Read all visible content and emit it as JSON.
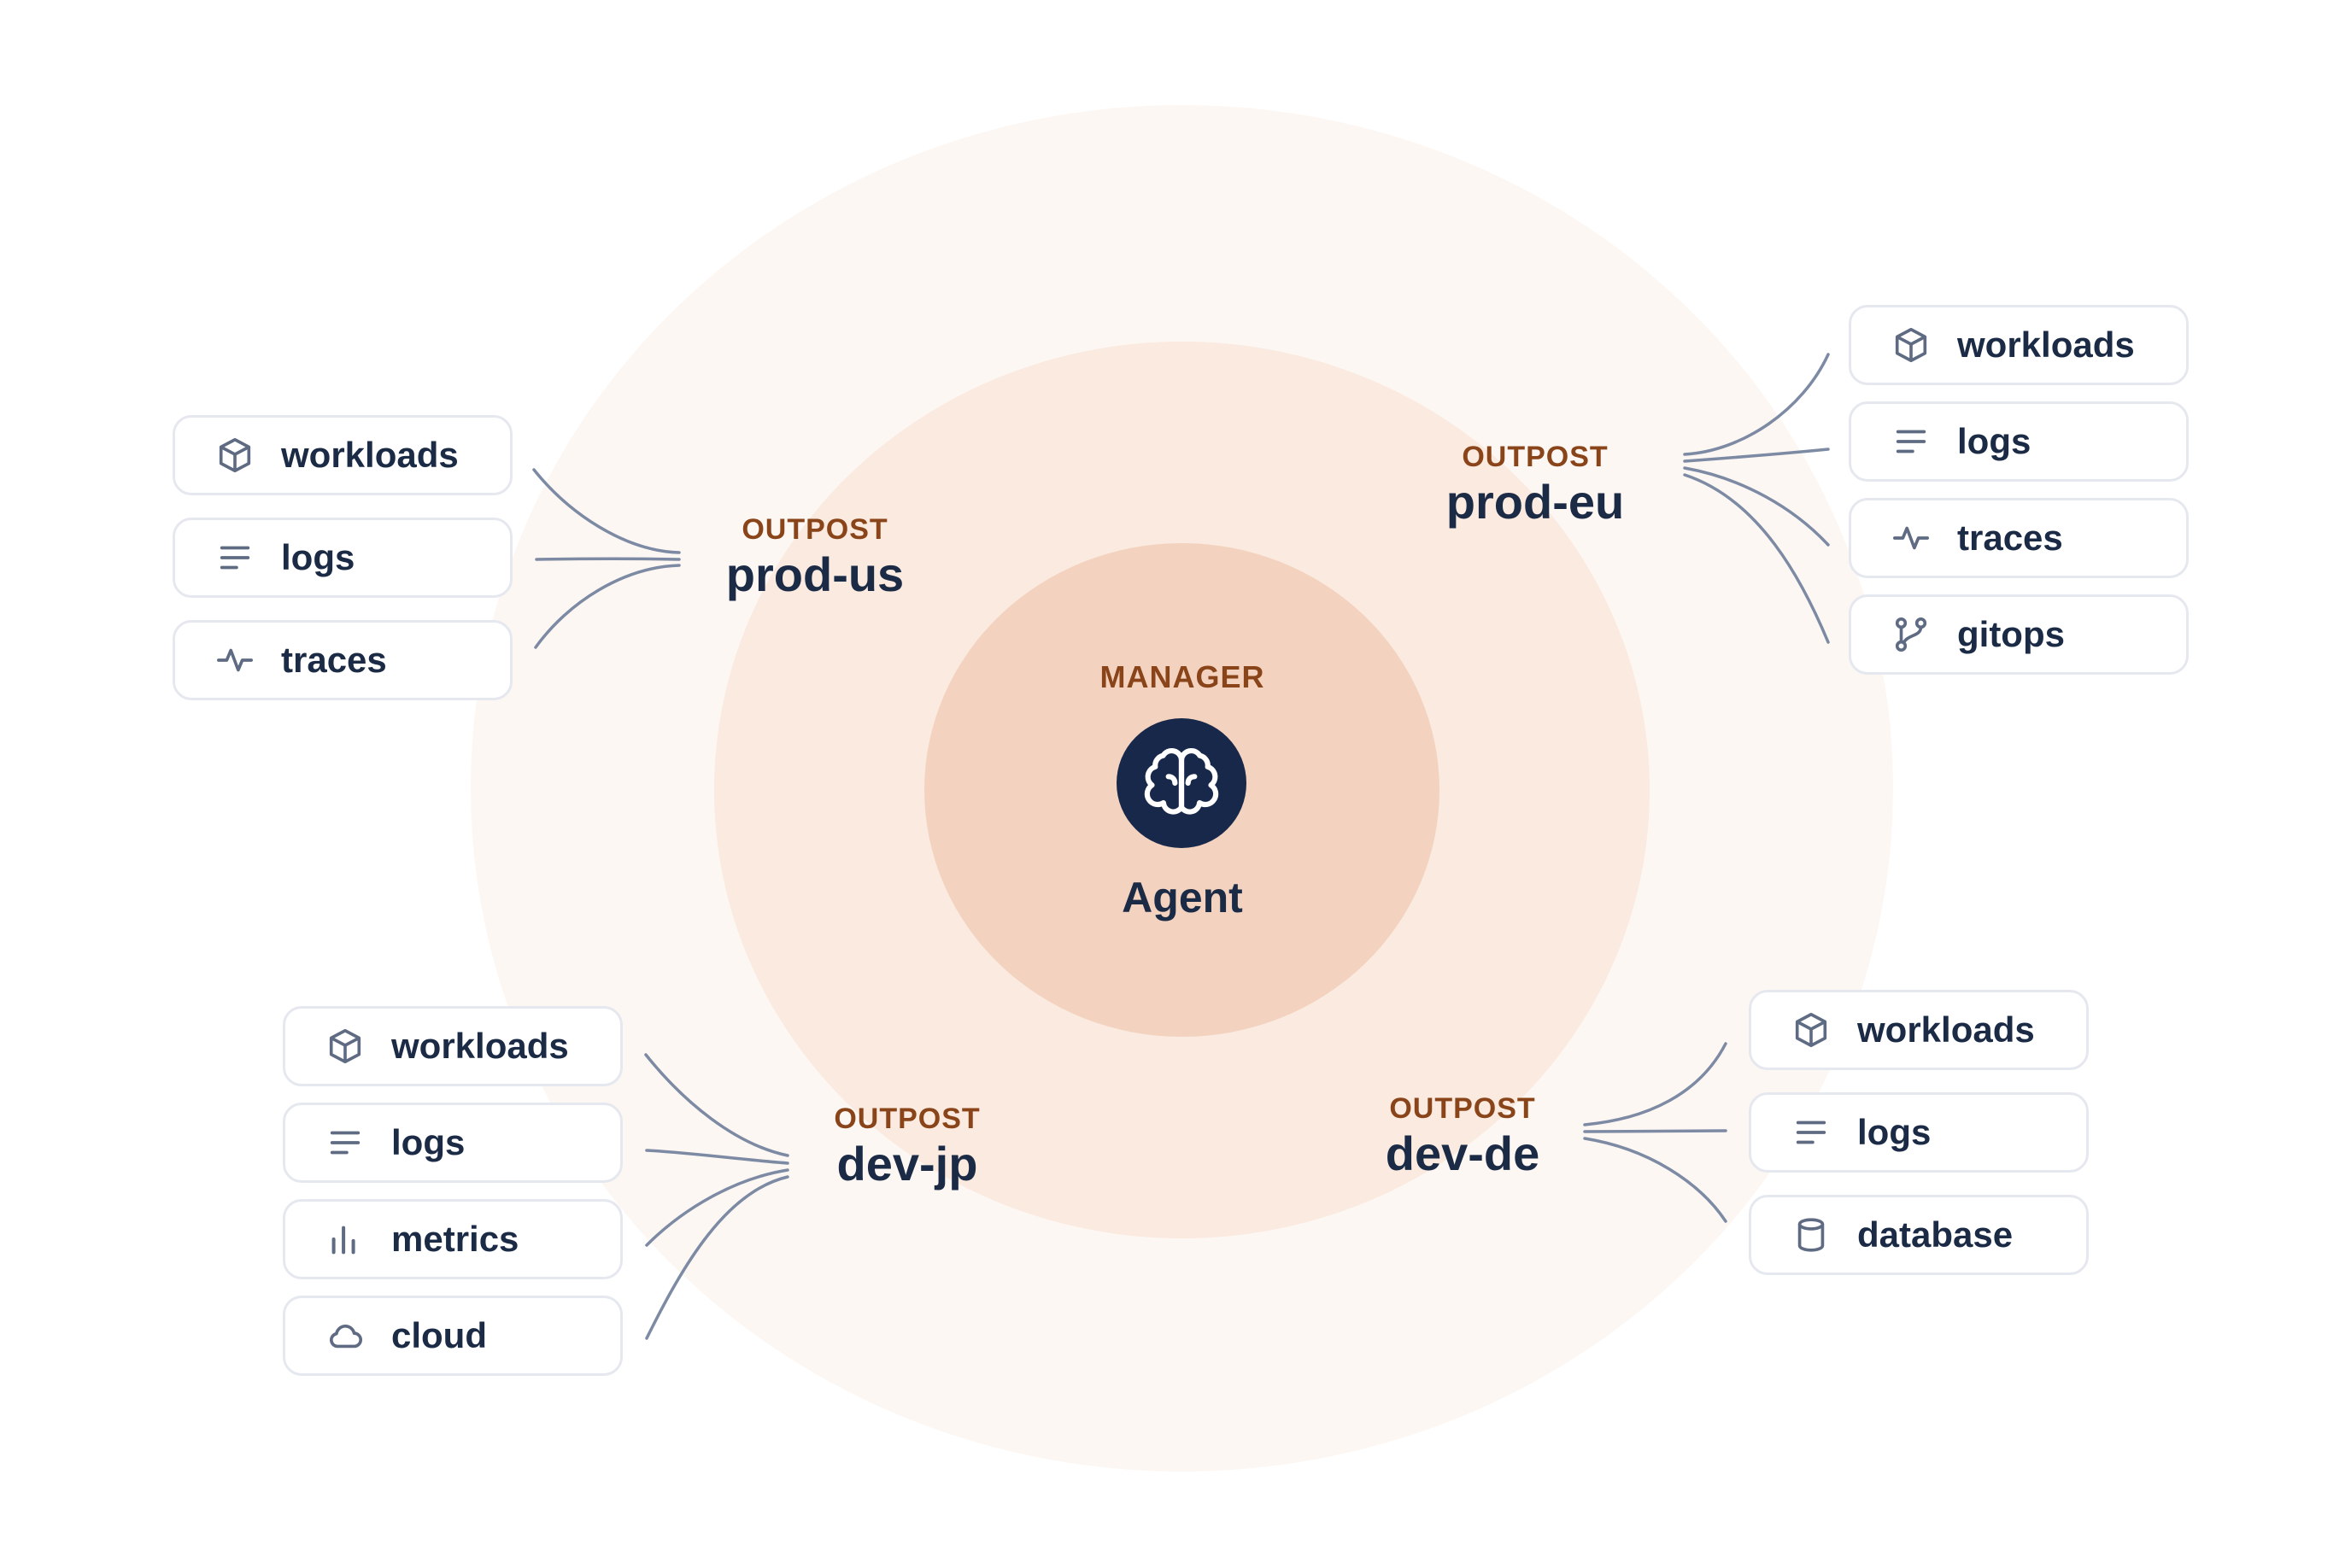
{
  "manager": {
    "caption": "MANAGER",
    "agent_name": "Agent",
    "icon": "brain-icon"
  },
  "outposts": {
    "prod_us": {
      "kicker": "OUTPOST",
      "name": "prod-us",
      "resources": [
        {
          "label": "workloads",
          "icon": "cube-icon"
        },
        {
          "label": "logs",
          "icon": "lines-icon"
        },
        {
          "label": "traces",
          "icon": "pulse-icon"
        }
      ]
    },
    "prod_eu": {
      "kicker": "OUTPOST",
      "name": "prod-eu",
      "resources": [
        {
          "label": "workloads",
          "icon": "cube-icon"
        },
        {
          "label": "logs",
          "icon": "lines-icon"
        },
        {
          "label": "traces",
          "icon": "pulse-icon"
        },
        {
          "label": "gitops",
          "icon": "git-branch-icon"
        }
      ]
    },
    "dev_jp": {
      "kicker": "OUTPOST",
      "name": "dev-jp",
      "resources": [
        {
          "label": "workloads",
          "icon": "cube-icon"
        },
        {
          "label": "logs",
          "icon": "lines-icon"
        },
        {
          "label": "metrics",
          "icon": "bar-chart-icon"
        },
        {
          "label": "cloud",
          "icon": "cloud-icon"
        }
      ]
    },
    "dev_de": {
      "kicker": "OUTPOST",
      "name": "dev-de",
      "resources": [
        {
          "label": "workloads",
          "icon": "cube-icon"
        },
        {
          "label": "logs",
          "icon": "lines-icon"
        },
        {
          "label": "database",
          "icon": "database-icon"
        }
      ]
    }
  },
  "colors": {
    "ring_outer": "#fdf7f3",
    "ring_middle": "#faeadf",
    "ring_inner": "#f3d3bf",
    "accent": "#8a4419",
    "navy": "#17284a",
    "connector": "#7d8aa3"
  }
}
